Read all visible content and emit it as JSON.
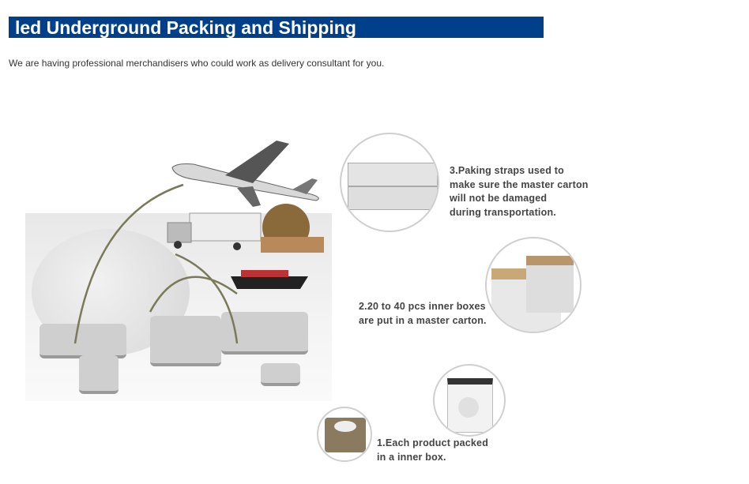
{
  "header": {
    "title": "led Underground Packing and Shipping"
  },
  "intro": "We are having professional merchandisers who could work as delivery consultant for you.",
  "steps": [
    {
      "lines": [
        "1.Each product packed",
        "in a inner box."
      ]
    },
    {
      "lines": [
        "2.20 to 40 pcs inner boxes",
        "are put in a master carton."
      ]
    },
    {
      "lines": [
        "3.Paking straps used to",
        "make sure the master carton",
        "will not be damaged",
        "during transportation."
      ]
    }
  ],
  "colors": {
    "title_bg": "#003f8a",
    "caption": "#444444"
  }
}
